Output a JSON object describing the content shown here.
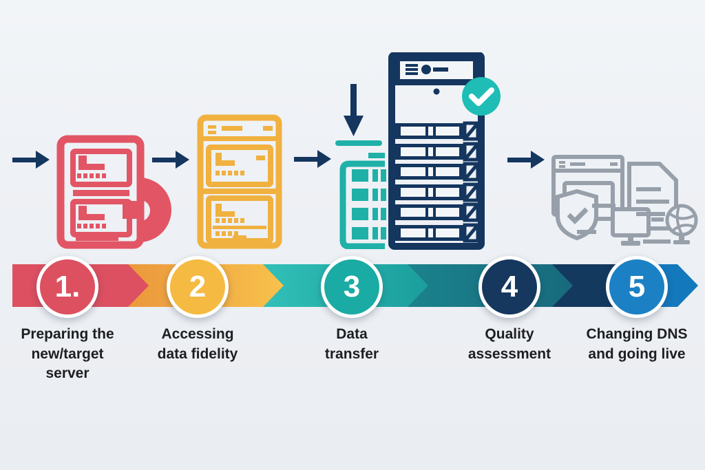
{
  "diagram": {
    "kind": "horizontal-process-chevron-band",
    "step_count": 5
  },
  "steps": [
    {
      "number": "1.",
      "label": "Preparing the new/target server",
      "circle_color": "#dc5060",
      "icon": "source-server-icon"
    },
    {
      "number": "2",
      "label": "Accessing data fidelity",
      "circle_color": "#f5ba41",
      "icon": "target-server-icon"
    },
    {
      "number": "3",
      "label": "Data transfer",
      "circle_color": "#1aaba4",
      "icon": "data-transfer-stack-icon"
    },
    {
      "number": "4",
      "label": "Quality assessment",
      "circle_color": "#16375e",
      "icon": "server-rack-check-icon"
    },
    {
      "number": "5",
      "label": "Changing DNS and going live",
      "circle_color": "#1b80c4",
      "icon": "go-live-devices-icon"
    }
  ],
  "band": {
    "segment_colors": [
      "#dc5061",
      "#eb983c",
      "#f8c14c",
      "#31c0b8",
      "#1b9e9c",
      "#1b828c",
      "#186a7d",
      "#13395f",
      "#1478bc"
    ],
    "tip_shape": "chevron-right"
  },
  "icons": {
    "connector": "arrow-right-icon",
    "step3_parts": [
      "down-arrow-icon",
      "underline-bar",
      "server-stack"
    ],
    "step4_parts": [
      "server-rack",
      "checkmark-icon"
    ],
    "step5_parts": [
      "browser-window-icon",
      "document-icon",
      "shield-check-icon",
      "monitor-icon",
      "globe-icon"
    ]
  },
  "colors": {
    "background": "#eef1f5",
    "red": "#e25565",
    "yellow": "#f0b13f",
    "teal": "#1fb0a8",
    "teal_dark": "#186a7d",
    "navy": "#14365f",
    "blue": "#1478bc",
    "gray": "#97a0aa",
    "check_teal": "#1fbdb5",
    "text": "#1d1e20"
  }
}
